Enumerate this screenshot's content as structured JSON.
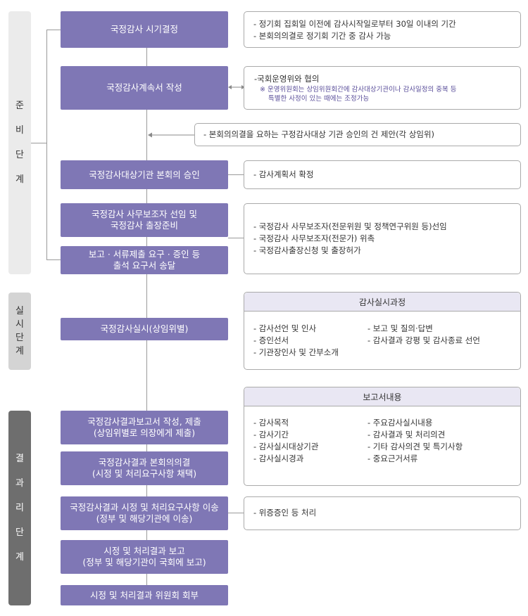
{
  "phases": [
    {
      "chars": [
        "준",
        "비",
        "단",
        "계"
      ]
    },
    {
      "chars": [
        "실",
        "시",
        "단",
        "계"
      ]
    },
    {
      "chars": [
        "결",
        "과",
        "리",
        "단",
        "계"
      ]
    }
  ],
  "steps": [
    "국정감사 시기결정",
    "국정감사계속서 작성",
    "국정감사대상기관 본회의 승인",
    "국정감사 사무보조자 선임 및\n국정감사 출장준비",
    "보고 · 서류제출 요구 · 증인 등\n출석 요구서 송달",
    "국정감사실시(상임위별)",
    "국정감사결과보고서 작성, 제출\n(상임위별로 의장에게 제출)",
    "국정감사결과 본회의의결\n(시정 및 처리요구사항 채택)",
    "국정감사결과 시정 및 처리요구사항 이송\n(정부 및 해당기관에 이송)",
    "시정 및 처리결과 보고\n(정부 및 해당기관이 국회에 보고)",
    "시정 및 처리결과 위원회 회부"
  ],
  "notes": {
    "timing": [
      "- 정기회 집회일 이전에 감사시작일로부터 30일 이내의 기간",
      "- 본회의의결로 정기회 기간 중 감사 가능"
    ],
    "plan": {
      "main": "-국회운영위와 협의",
      "sub1": "※ 운영위원회는 상임위원회간에 감사대상기관이나 감사일정의 중복 등",
      "sub2": "특별한 사정이 있는 때에는 조정가능"
    },
    "proposal": "- 본회의의결을 요하는 구정감사대상 기관 승인의 건 제안(각 상임위)",
    "confirm": "- 감사계획서 확정",
    "assistants": [
      "- 국정감사 사무보조자(전문위원 및 정책연구위원 등)선임",
      "- 국정감사 사무보조자(전문가) 위촉",
      "- 국정감사출장신청 및 출장허가"
    ],
    "process": {
      "title": "감사실시과정",
      "left": [
        "- 감사선언 및 인사",
        "- 증인선서",
        "- 기관장인사 및 간부소개"
      ],
      "right": [
        "- 보고 및 질의·답변",
        "- 감사결과 강평 및 감사종료 선언"
      ]
    },
    "report": {
      "title": "보고서내용",
      "left": [
        "- 감사목적",
        "- 감사기간",
        "- 감사실시대상기관",
        "- 감사실시경과"
      ],
      "right": [
        "- 주요감사실시내용",
        "- 감사결과 및 처리의견",
        "- 기타 감사의견 및 특기사항",
        "- 중요근거서류"
      ]
    },
    "transfer": "- 위증증인 등 처리"
  },
  "colors": {
    "step": "#7f77b5",
    "phase_light": "#ebebeb",
    "phase_mid": "#d4d4d4",
    "phase_dark": "#6e6e6e",
    "note_head": "#e9e7f3",
    "sub_text": "#5a4e9a"
  }
}
